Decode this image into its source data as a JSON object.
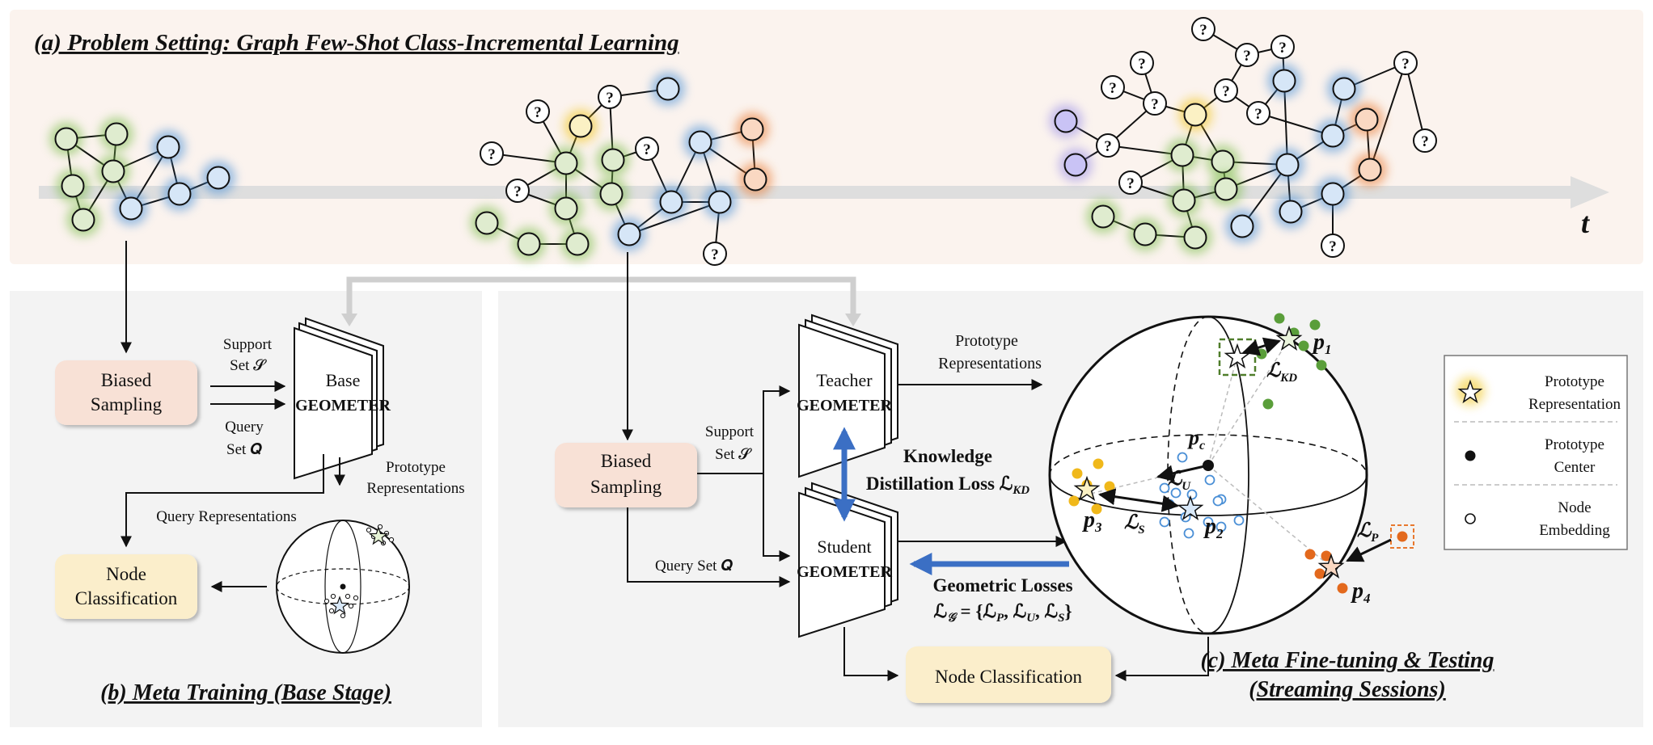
{
  "panel_a": {
    "title": "(a) Problem Setting: Graph Few-Shot Class-Incremental Learning",
    "time_label": "t",
    "unknown_mark": "?"
  },
  "panel_b": {
    "title": "(b) Meta Training (Base Stage)",
    "biased_sampling": [
      "Biased",
      "Sampling"
    ],
    "support_set": [
      "Support",
      "Set 𝓢"
    ],
    "query_set": [
      "Query",
      "Set 𝑸"
    ],
    "model": [
      "Base",
      "GEOMETER"
    ],
    "prototype_repr": [
      "Prototype",
      "Representations"
    ],
    "query_repr": "Query Representations",
    "node_classification": [
      "Node",
      "Classification"
    ]
  },
  "panel_c": {
    "title": [
      "(c) Meta Fine-tuning & Testing",
      "(Streaming Sessions)"
    ],
    "biased_sampling": [
      "Biased",
      "Sampling"
    ],
    "support_set": [
      "Support",
      "Set 𝓢"
    ],
    "query_set": "Query Set 𝑸",
    "teacher": [
      "Teacher",
      "GEOMETER"
    ],
    "student": [
      "Student",
      "GEOMETER"
    ],
    "prototype_repr": [
      "Prototype",
      "Representations"
    ],
    "kd_loss": [
      "Knowledge",
      "Distillation Loss ℒ",
      "KD"
    ],
    "geo_losses": [
      "Geometric Losses",
      "ℒ",
      "𝒢",
      " = {ℒ",
      "P",
      ", ℒ",
      "U",
      ", ℒ",
      "S",
      "}"
    ],
    "node_classification": "Node Classification",
    "sphere_labels": {
      "p1": [
        "p",
        "1"
      ],
      "p2": [
        "p",
        "2"
      ],
      "p3": [
        "p",
        "3"
      ],
      "p4": [
        "p",
        "4"
      ],
      "pc": [
        "p",
        "c"
      ],
      "lkd": [
        "ℒ",
        "KD"
      ],
      "lu": [
        "ℒ",
        "U"
      ],
      "ls": [
        "ℒ",
        "S"
      ],
      "lp": [
        "ℒ",
        "P"
      ]
    }
  },
  "legend": {
    "items": [
      {
        "label": [
          "Prototype",
          "Representation"
        ],
        "icon": "star-icon"
      },
      {
        "label": [
          "Prototype",
          "Center"
        ],
        "icon": "filled-dot-icon"
      },
      {
        "label": [
          "Node",
          "Embedding"
        ],
        "icon": "hollow-dot-icon"
      }
    ]
  },
  "colors": {
    "green": "#7bbd4b",
    "blue": "#4a8fd6",
    "yellow": "#f0c419",
    "orange": "#e8782e",
    "purple": "#9a8fe8",
    "loss_blue": "#3b6fc4",
    "panel_bg": "#f3f3f3",
    "band_bg": "#fbf3ee",
    "sampling_box": "#f8e1d6",
    "classif_box": "#fbeecb",
    "label_green": "#4f7d2a",
    "label_orange": "#b86820"
  }
}
